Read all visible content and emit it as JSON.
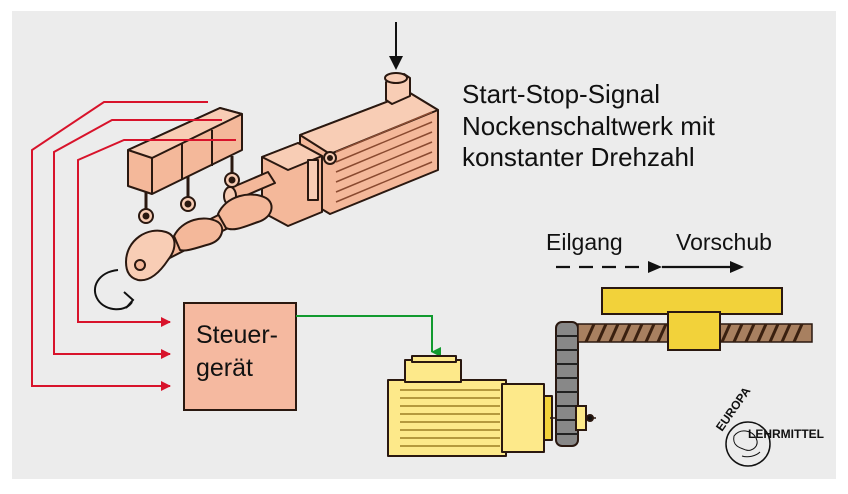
{
  "colors": {
    "background": "#ececec",
    "motor_salmon": "#f4b89a",
    "outline": "#2a1810",
    "signal_red": "#d8132b",
    "signal_green": "#119a2f",
    "yellow": "#fde98a",
    "yellow_dark": "#f2d23a",
    "steuer_fill": "#f5b9a0"
  },
  "labels": {
    "signal_line1": "Start-Stop-Signal",
    "signal_line2": "Nockenschaltwerk mit",
    "signal_line3": "konstanter Drehzahl",
    "eilgang": "Eilgang",
    "vorschub": "Vorschub",
    "steuer_line1": "Steuer-",
    "steuer_line2": "gerät"
  },
  "logo": {
    "top_text": "EUROPA",
    "side_text": "LEHRMITTEL"
  }
}
